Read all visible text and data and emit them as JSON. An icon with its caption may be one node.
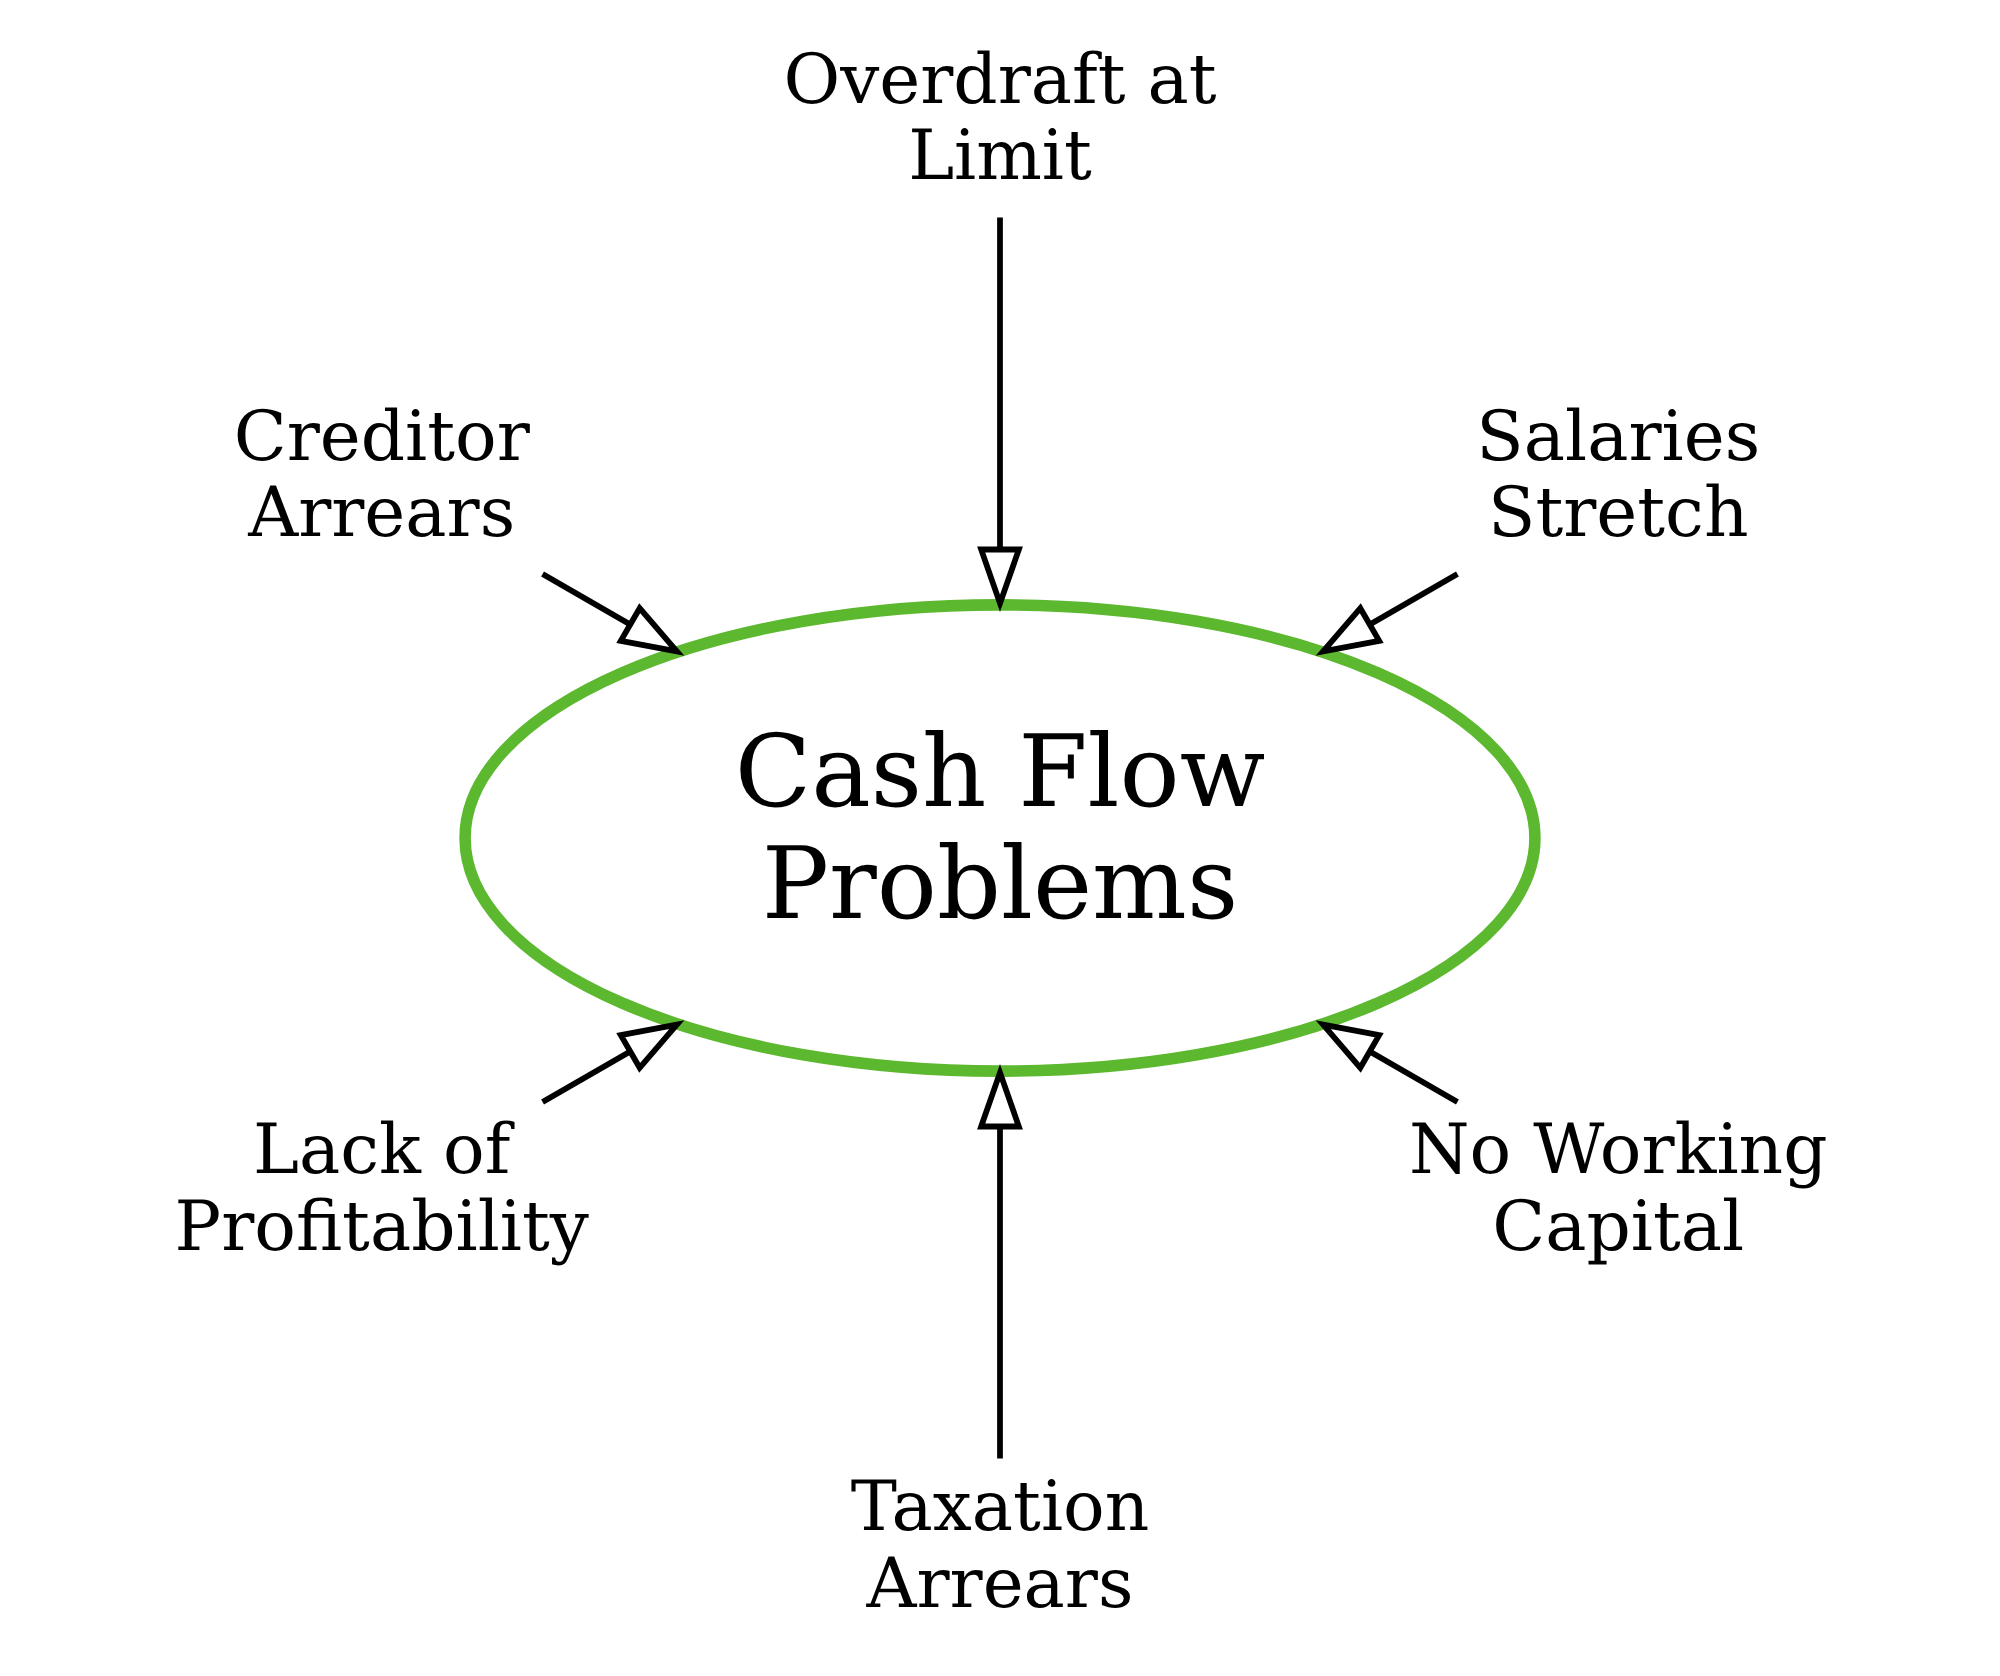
{
  "diagram": {
    "nodes": [
      {
        "text": [
          "Cash Flow Problems"
        ]
      },
      {
        "text": [
          "Salaries Stretch"
        ]
      },
      {
        "text": [
          "Overdraft at Limit"
        ]
      },
      {
        "text": [
          "Creditor Arrears"
        ]
      },
      {
        "text": [
          "Lack of Profitability"
        ]
      },
      {
        "text": [
          "Taxation Arrears"
        ]
      },
      {
        "text": [
          "No Working Capital"
        ]
      }
    ],
    "edges": [
      {
        "from": 2,
        "to": 0,
        "arrow": "to"
      },
      {
        "from": 1,
        "to": 0,
        "arrow": "to"
      },
      {
        "from": 3,
        "to": 0,
        "arrow": "to"
      },
      {
        "from": 5,
        "to": 0,
        "arrow": "to"
      },
      {
        "from": 6,
        "to": 0,
        "arrow": "to"
      },
      {
        "from": 4,
        "to": 0,
        "arrow": "to"
      }
    ]
  }
}
